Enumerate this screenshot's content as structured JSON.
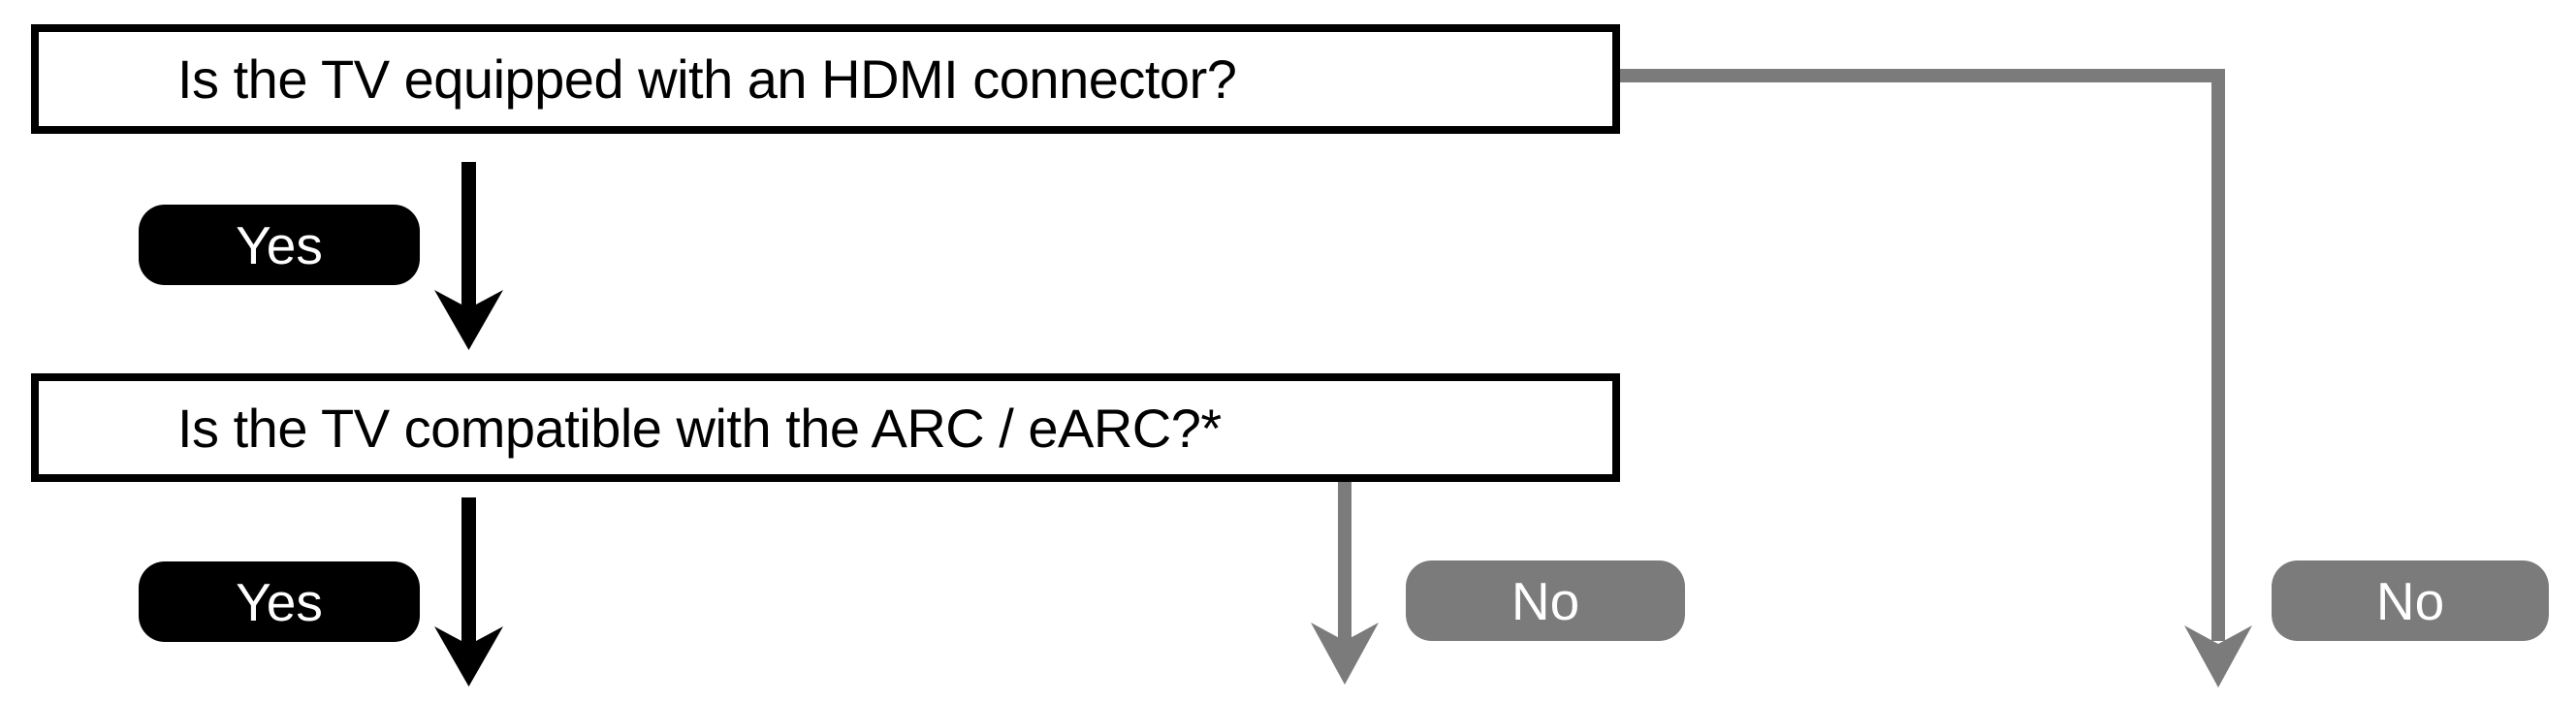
{
  "flowchart": {
    "question1": {
      "label": "Is the TV equipped with an HDMI connector?"
    },
    "question2": {
      "label": "Is the TV compatible with the ARC / eARC?*"
    },
    "badges": {
      "yes1": "Yes",
      "yes2": "Yes",
      "no_middle": "No",
      "no_right": "No"
    }
  },
  "colors": {
    "black": "#000000",
    "connector_gray": "#7b7b7b",
    "badge_yes_bg": "#000000",
    "badge_no_bg": "#7b7b7b",
    "badge_text": "#ffffff",
    "box_bg": "#ffffff",
    "box_border": "#000000"
  }
}
